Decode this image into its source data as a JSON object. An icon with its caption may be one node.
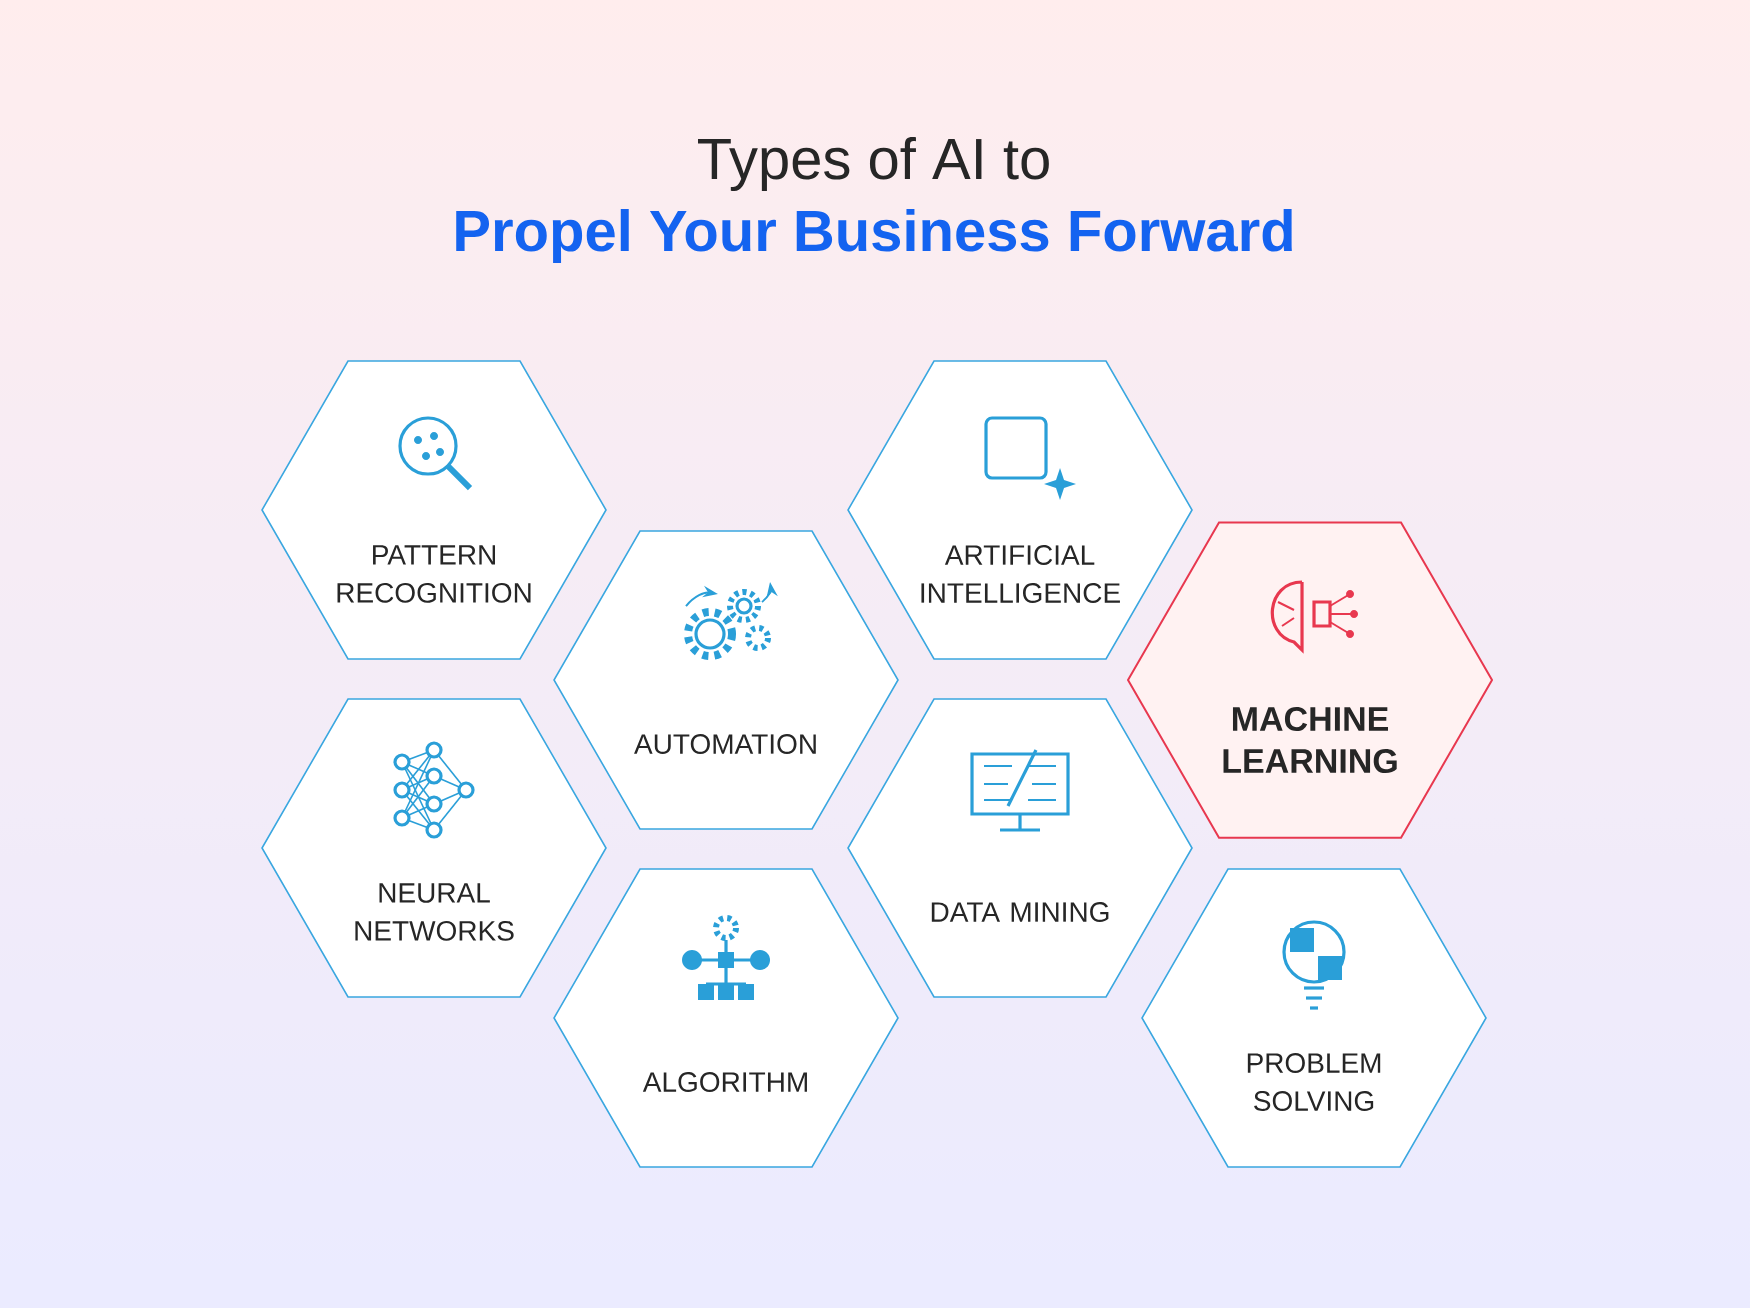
{
  "diagram": {
    "title": "Types of AI to",
    "nodes": [
      {
        "text": [
          "PATTERN RECOGNITION"
        ]
      },
      {
        "text": [
          "NEURAL NETWORKS"
        ]
      },
      {
        "text": [
          "AUTOMATION"
        ]
      },
      {
        "text": [
          "ALGORITHM"
        ]
      },
      {
        "text": [
          "ARTIFICIAL INTELLIGENCE"
        ]
      },
      {
        "text": [
          "DATA MINING"
        ]
      },
      {
        "text": [
          "MACHINE LEARNING"
        ]
      },
      {
        "text": [
          "PROBLEM SOLVING"
        ]
      }
    ],
    "labels": [
      "Propel Your Business Forward"
    ]
  }
}
